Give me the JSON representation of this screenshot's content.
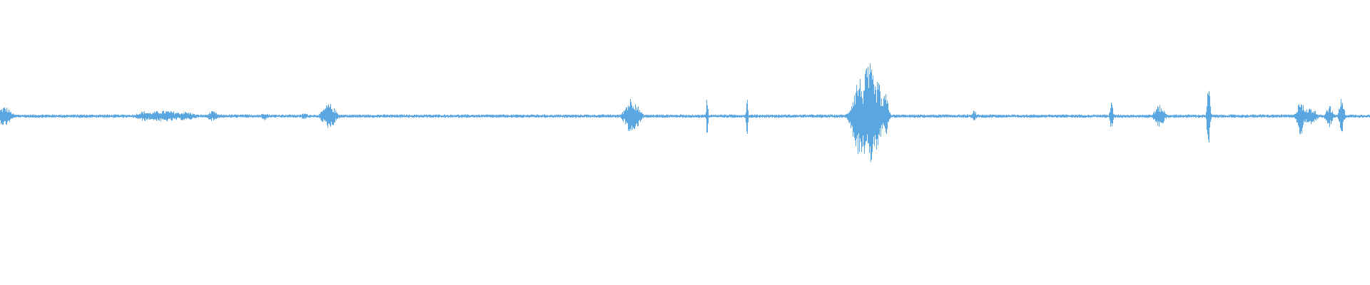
{
  "waveform": {
    "color": "#5aa6e0",
    "background": "#ffffff",
    "baseline_amplitude": 0.006,
    "events": [
      {
        "position": 0.003,
        "amplitude": 0.035,
        "spread": 0.004
      },
      {
        "position": 0.105,
        "amplitude": 0.018,
        "spread": 0.005
      },
      {
        "position": 0.12,
        "amplitude": 0.02,
        "spread": 0.012
      },
      {
        "position": 0.135,
        "amplitude": 0.016,
        "spread": 0.006
      },
      {
        "position": 0.155,
        "amplitude": 0.018,
        "spread": 0.003
      },
      {
        "position": 0.193,
        "amplitude": 0.015,
        "spread": 0.002
      },
      {
        "position": 0.222,
        "amplitude": 0.012,
        "spread": 0.002
      },
      {
        "position": 0.24,
        "amplitude": 0.045,
        "spread": 0.004
      },
      {
        "position": 0.461,
        "amplitude": 0.07,
        "spread": 0.004
      },
      {
        "position": 0.516,
        "amplitude": 0.085,
        "spread": 0.0005
      },
      {
        "position": 0.545,
        "amplitude": 0.075,
        "spread": 0.0006
      },
      {
        "position": 0.627,
        "amplitude": 0.14,
        "spread": 0.004
      },
      {
        "position": 0.634,
        "amplitude": 0.19,
        "spread": 0.004
      },
      {
        "position": 0.64,
        "amplitude": 0.13,
        "spread": 0.003
      },
      {
        "position": 0.646,
        "amplitude": 0.08,
        "spread": 0.002
      },
      {
        "position": 0.711,
        "amplitude": 0.025,
        "spread": 0.001
      },
      {
        "position": 0.811,
        "amplitude": 0.05,
        "spread": 0.001
      },
      {
        "position": 0.846,
        "amplitude": 0.04,
        "spread": 0.003
      },
      {
        "position": 0.882,
        "amplitude": 0.11,
        "spread": 0.001
      },
      {
        "position": 0.949,
        "amplitude": 0.07,
        "spread": 0.002
      },
      {
        "position": 0.956,
        "amplitude": 0.03,
        "spread": 0.004
      },
      {
        "position": 0.97,
        "amplitude": 0.04,
        "spread": 0.002
      },
      {
        "position": 0.979,
        "amplitude": 0.065,
        "spread": 0.0015
      }
    ]
  }
}
